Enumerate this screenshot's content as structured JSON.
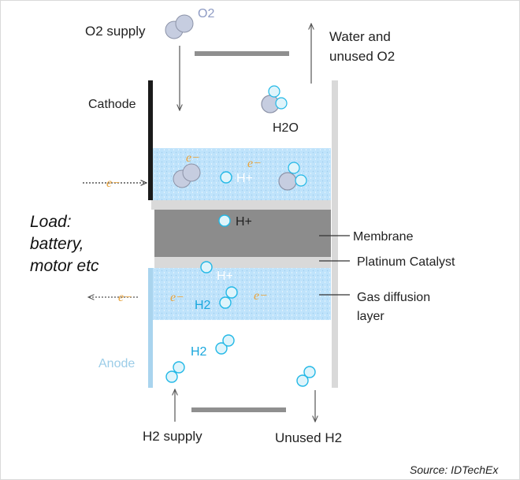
{
  "labels": {
    "o2_molecule": "O2",
    "o2_supply": "O2 supply",
    "water_out_line1": "Water and",
    "water_out_line2": "unused O2",
    "cathode": "Cathode",
    "h2o": "H2O",
    "h_plus": "H+",
    "load_line1": "Load:",
    "load_line2": "battery,",
    "load_line3": "motor etc",
    "membrane": "Membrane",
    "platinum_catalyst": "Platinum Catalyst",
    "gas_diffusion_line1": "Gas diffusion",
    "gas_diffusion_line2": "layer",
    "h2": "H2",
    "anode": "Anode",
    "h2_supply": "H2 supply",
    "unused_h2": "Unused H2",
    "electron": "e−",
    "source": "Source: IDTechEx"
  },
  "colors": {
    "cathode_plate": "#1a1a1a",
    "anode_plate": "#a9d4ee",
    "right_plate": "#d9d9d9",
    "gas_layer": "#bfe3fb",
    "membrane": "#8c8c8c",
    "catalyst": "#d9d9d9",
    "oxygen": "#c6cde0",
    "hydrogen": "#dff4fb",
    "hydrogen_stroke": "#22b8e6",
    "electron": "#e8a23a",
    "anode_text": "#9ccde8",
    "o2_text": "#8e9bc4"
  }
}
